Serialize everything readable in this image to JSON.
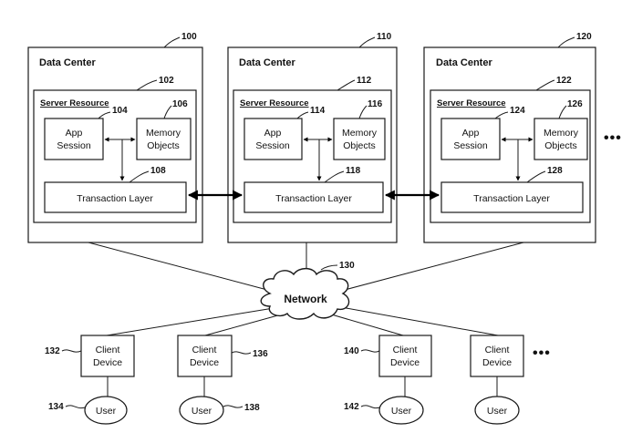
{
  "data_centers": [
    {
      "title": "Data Center",
      "ref": "100",
      "server_title": "Server Resource",
      "server_ref": "102",
      "app_line1": "App",
      "app_line2": "Session",
      "app_ref": "104",
      "mem_line1": "Memory",
      "mem_line2": "Objects",
      "mem_ref": "106",
      "transaction_label": "Transaction Layer",
      "transaction_ref": "108"
    },
    {
      "title": "Data Center",
      "ref": "110",
      "server_title": "Server Resource",
      "server_ref": "112",
      "app_line1": "App",
      "app_line2": "Session",
      "app_ref": "114",
      "mem_line1": "Memory",
      "mem_line2": "Objects",
      "mem_ref": "116",
      "transaction_label": "Transaction Layer",
      "transaction_ref": "118"
    },
    {
      "title": "Data Center",
      "ref": "120",
      "server_title": "Server Resource",
      "server_ref": "122",
      "app_line1": "App",
      "app_line2": "Session",
      "app_ref": "124",
      "mem_line1": "Memory",
      "mem_line2": "Objects",
      "mem_ref": "126",
      "transaction_label": "Transaction Layer",
      "transaction_ref": "128"
    }
  ],
  "network": {
    "label": "Network",
    "ref": "130"
  },
  "clients": [
    {
      "line1": "Client",
      "line2": "Device",
      "ref": "132",
      "user_label": "User",
      "user_ref": "134"
    },
    {
      "line1": "Client",
      "line2": "Device",
      "ref": "136",
      "user_label": "User",
      "user_ref": "138"
    },
    {
      "line1": "Client",
      "line2": "Device",
      "ref": "140",
      "user_label": "User",
      "user_ref": "142"
    },
    {
      "line1": "Client",
      "line2": "Device",
      "ref": "",
      "user_label": "User",
      "user_ref": ""
    }
  ],
  "ellipsis": "•••"
}
